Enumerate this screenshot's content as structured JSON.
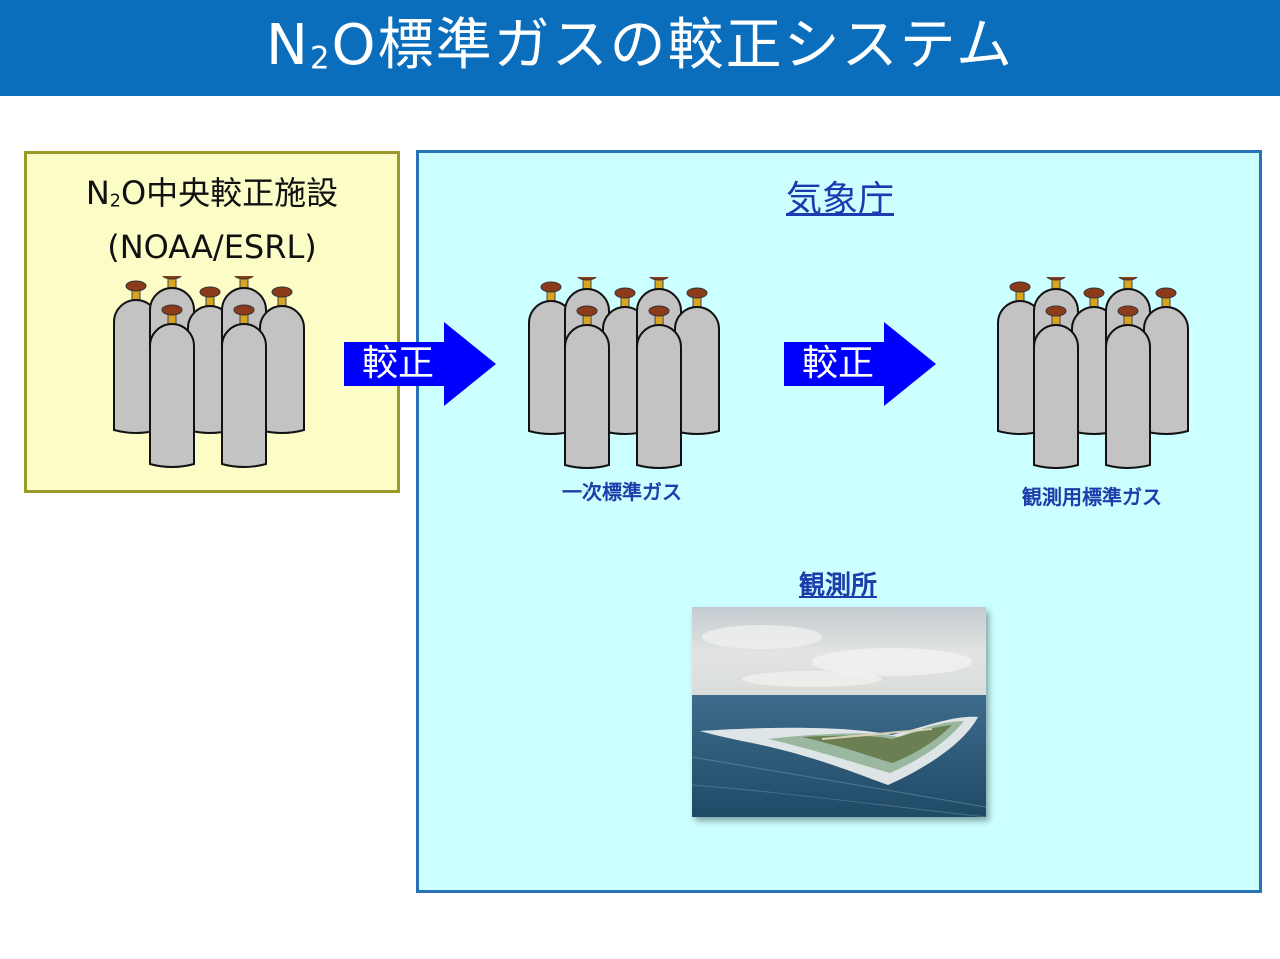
{
  "title": {
    "prefix": "N",
    "subscript": "2",
    "suffix": "O標準ガスの較正システム"
  },
  "central_facility": {
    "name_prefix": "N",
    "name_subscript": "2",
    "name_suffix": "O中央較正施設",
    "org": "(NOAA/ESRL)"
  },
  "agency": {
    "label": "気象庁"
  },
  "arrows": [
    {
      "label": "較正"
    },
    {
      "label": "較正"
    }
  ],
  "gases": {
    "primary": "一次標準ガス",
    "observation": "観測用標準ガス"
  },
  "observatory": {
    "label": "観測所",
    "photo": "aerial-island-photo"
  },
  "colors": {
    "title_bar": "#0a6ebd",
    "central_box": "#fcfcc6",
    "agency_box": "#ccffff",
    "arrow": "#0000ff",
    "cylinder_body": "#c3c3c3",
    "cylinder_cap": "#8b3a1a",
    "valve": "#d9a520",
    "label_text": "#1f3caa"
  }
}
